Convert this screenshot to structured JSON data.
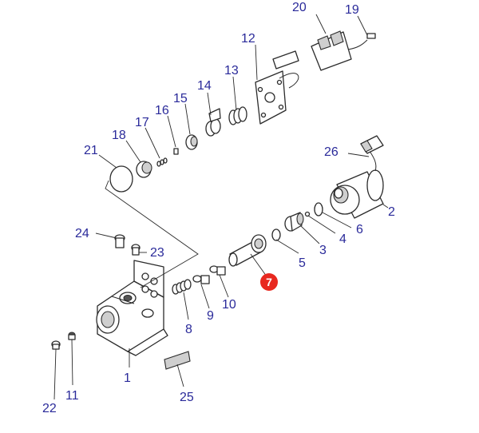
{
  "diagram": {
    "highlight_color": "#e8281f",
    "label_color": "#2a2a9a",
    "callouts": {
      "c1": "1",
      "c2": "2",
      "c3": "3",
      "c4": "4",
      "c5": "5",
      "c6": "6",
      "c7": "7",
      "c8": "8",
      "c9": "9",
      "c10": "10",
      "c11": "11",
      "c12": "12",
      "c13": "13",
      "c14": "14",
      "c15": "15",
      "c16": "16",
      "c17": "17",
      "c18": "18",
      "c19": "19",
      "c20": "20",
      "c21": "21",
      "c22": "22",
      "c23": "23",
      "c24": "24",
      "c25": "25",
      "c26": "26"
    }
  }
}
